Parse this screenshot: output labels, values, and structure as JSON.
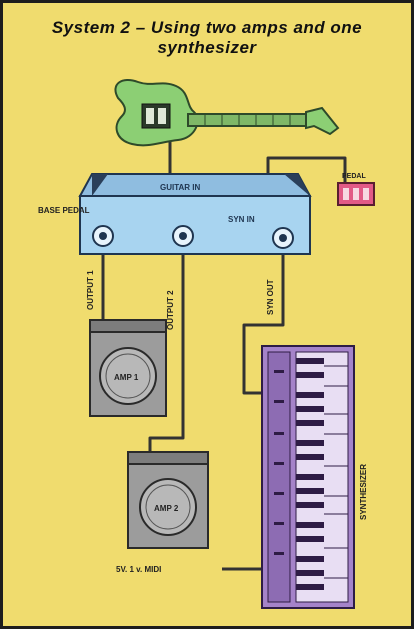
{
  "diagram": {
    "title_line1": "System 2 – Using two amps and one",
    "title_line2": "synthesizer",
    "labels": {
      "pedal_box_top": "GUITAR IN",
      "side_label": "BASE PEDAL",
      "pedal_box_inner": "SYN IN",
      "cable_left": "OUTPUT 1",
      "cable_middle": "OUTPUT 2",
      "cable_right": "SYN OUT",
      "amp1": "AMP 1",
      "amp2": "AMP 2",
      "synth": "SYNTHESIZER",
      "bottom_note": "5V. 1 v. MIDI",
      "footswitch": "PEDAL"
    },
    "colors": {
      "background": "#f0dc6e",
      "guitar": "#8ccf74",
      "pedal_box": "#a8d4f0",
      "amp": "#9c9c9c",
      "synth": "#a583c9",
      "footswitch": "#e25a86"
    }
  }
}
